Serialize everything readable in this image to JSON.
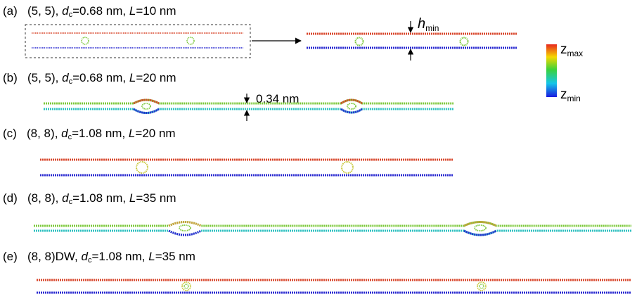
{
  "panels": [
    {
      "tag": "(a)",
      "chirality": "(5, 5)",
      "dc_symbol": "d",
      "dc_sub": "c",
      "dc_value": "=0.68 nm",
      "L_symbol": "L",
      "L_value": "=10 nm"
    },
    {
      "tag": "(b)",
      "chirality": "(5, 5)",
      "dc_symbol": "d",
      "dc_sub": "c",
      "dc_value": "=0.68 nm",
      "L_symbol": "L",
      "L_value": "=20 nm"
    },
    {
      "tag": "(c)",
      "chirality": "(8, 8)",
      "dc_symbol": "d",
      "dc_sub": "c",
      "dc_value": "=1.08 nm",
      "L_symbol": "L",
      "L_value": "=20 nm"
    },
    {
      "tag": "(d)",
      "chirality": "(8, 8)",
      "dc_symbol": "d",
      "dc_sub": "c",
      "dc_value": "=1.08 nm",
      "L_symbol": "L",
      "L_value": "=35 nm"
    },
    {
      "tag": "(e)",
      "chirality": "(8, 8)DW",
      "dc_symbol": "d",
      "dc_sub": "c",
      "dc_value": "=1.08 nm",
      "L_symbol": "L",
      "L_value": "=35 nm"
    }
  ],
  "annotations": {
    "hmin_symbol": "h",
    "hmin_sub": "min",
    "spacing_label": "0.34 nm"
  },
  "colorbar": {
    "top_symbol": "z",
    "top_sub": "max",
    "bottom_symbol": "z",
    "bottom_sub": "min",
    "colors": [
      "#e8281e",
      "#f5d800",
      "#3bd23b",
      "#14c6e8",
      "#1a1ae0"
    ]
  },
  "colors": {
    "top_sheet": "#d8452a",
    "bottom_sheet": "#2a2ad0",
    "green": "#7cc83a",
    "cyan": "#2cc0c0",
    "yellow": "#c8c83c"
  }
}
